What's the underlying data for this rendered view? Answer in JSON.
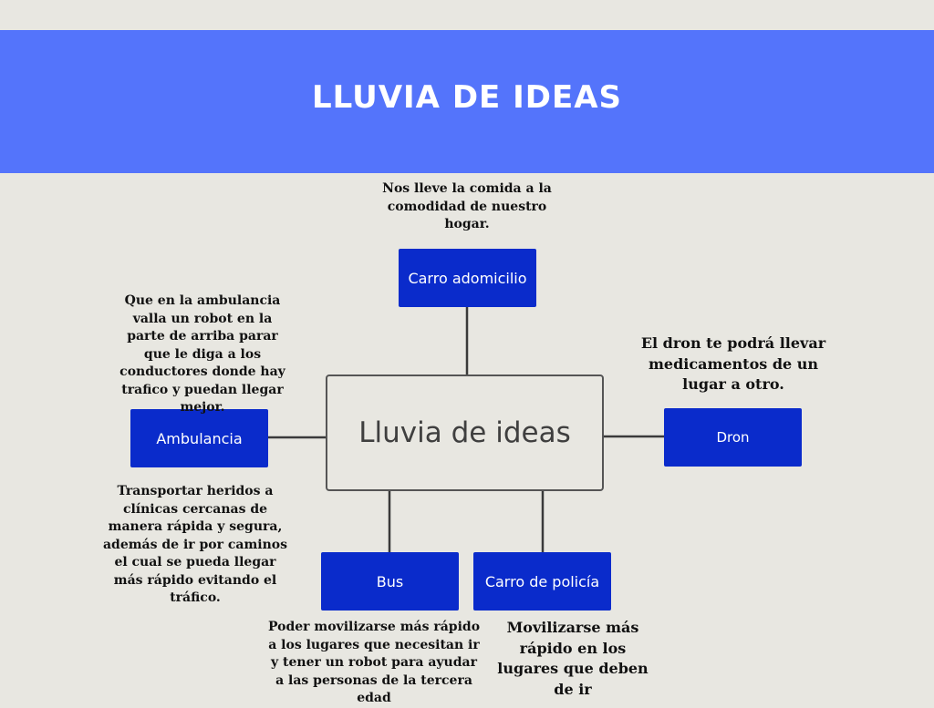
{
  "header": {
    "title": "LLUVIA DE IDEAS"
  },
  "diagram": {
    "center": {
      "label": "Lluvia de ideas"
    },
    "nodes": [
      {
        "id": "carro-adomicilio",
        "label": "Carro adomicilio",
        "note": "Nos lleve la comida a la comodidad de nuestro hogar."
      },
      {
        "id": "ambulancia",
        "label": "Ambulancia",
        "note_above": "Que en la ambulancia valla un robot en la parte de arriba parar que le diga a los conductores donde hay trafico y puedan llegar mejor.",
        "note_below": "Transportar heridos a clínicas cercanas de manera rápida y segura, además de ir por caminos el cual se pueda llegar más rápido evitando el tráfico."
      },
      {
        "id": "dron",
        "label": "Dron",
        "note": "El dron te podrá llevar medicamentos de un lugar a otro."
      },
      {
        "id": "bus",
        "label": "Bus",
        "note": "Poder movilizarse más rápido a los lugares que necesitan ir y tener un robot para ayudar a las personas de la tercera edad"
      },
      {
        "id": "carro-de-policia",
        "label": "Carro de policía",
        "note": "Movilizarse más rápido en los lugares que deben de ir"
      }
    ]
  },
  "colors": {
    "banner": "#5474fb",
    "node": "#0a2bcb",
    "background": "#e8e7e1",
    "connector": "#3a3a3a"
  }
}
